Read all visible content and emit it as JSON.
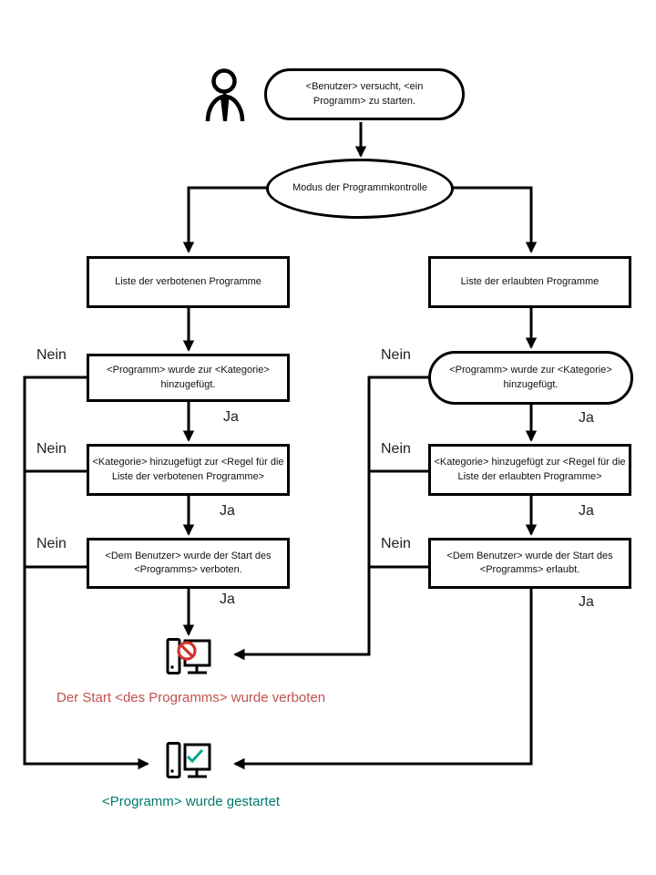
{
  "diagram": {
    "start_event": "<Benutzer> versucht, <ein Programm>  zu starten.",
    "mode_decision": "Modus der Programmkontrolle",
    "labels": {
      "no": "Nein",
      "yes": "Ja"
    },
    "denylist": {
      "list": "Liste der verbotenen Programme",
      "program_check": "<Programm>  wurde zur <Kategorie> hinzugefügt.",
      "category_check": "<Kategorie> hinzugefügt zur <Regel  für die Liste der verbotenen Programme>",
      "user_check": "<Dem  Benutzer> wurde der Start des <Programms>  verboten."
    },
    "allowlist": {
      "list": "Liste der erlaubten Programme",
      "program_check": "<Programm>  wurde zur <Kategorie> hinzugefügt.",
      "category_check": "<Kategorie> hinzugefügt zur <Regel  für die Liste der erlaubten Programme>",
      "user_check": "<Dem  Benutzer> wurde der Start des <Programms>  erlaubt."
    },
    "outcomes": {
      "blocked_text": "Der Start <des Programms> wurde verboten",
      "blocked_text_color": "#C0504D",
      "started_text": "<Programm> wurde gestartet",
      "started_text_color": "#00796B"
    },
    "icons": {
      "user": "user-icon",
      "blocked": "blocked-computer-icon",
      "started": "started-computer-icon",
      "prohibited_sign_color": "#D0342C",
      "check_mark_color": "#00A88E",
      "line_color": "#000000"
    }
  }
}
